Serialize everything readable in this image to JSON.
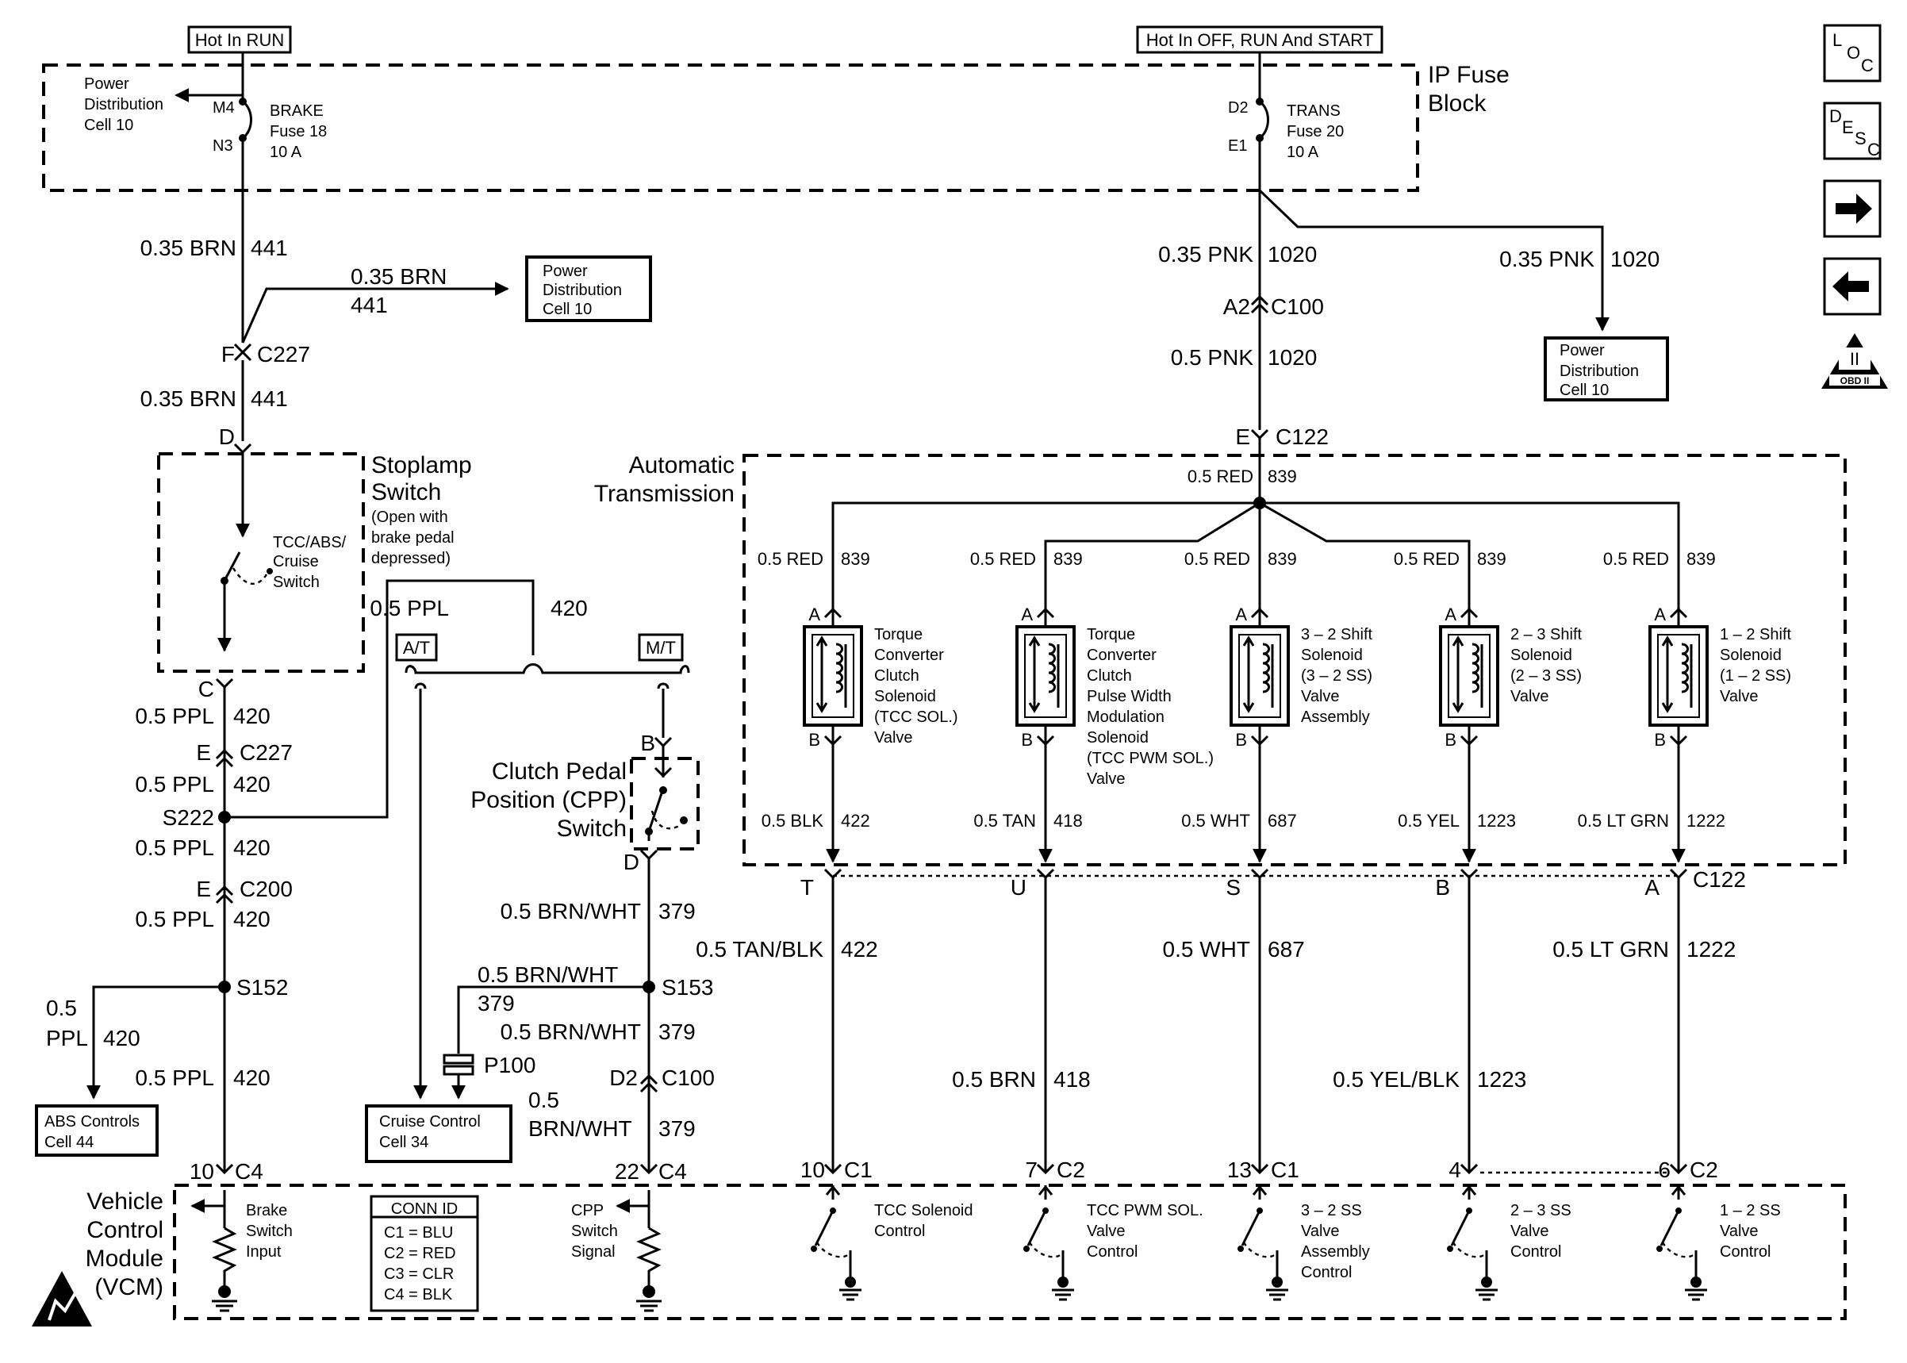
{
  "supplies": {
    "hot_run": "Hot In RUN",
    "hot_all": "Hot In OFF, RUN And START"
  },
  "ip_fuse_block": {
    "label_1": "IP Fuse",
    "label_2": "Block",
    "pwr_dist_1": "Power",
    "pwr_dist_2": "Distribution",
    "pwr_dist_3": "Cell 10",
    "brake_fuse": {
      "pin_in": "M4",
      "pin_out": "N3",
      "name": "BRAKE",
      "fuse": "Fuse 18",
      "rating": "10 A"
    },
    "trans_fuse": {
      "pin_in": "D2",
      "pin_out": "E1",
      "name": "TRANS",
      "fuse": "Fuse 20",
      "rating": "10 A"
    }
  },
  "brake_circuit": {
    "wire_a": {
      "gauge": "0.35 BRN",
      "circuit": "441"
    },
    "branch": {
      "gauge": "0.35 BRN",
      "circuit": "441"
    },
    "pd_box": [
      "Power",
      "Distribution",
      "Cell 10"
    ],
    "c227_top": {
      "pin": "F",
      "conn": "C227"
    },
    "wire_b": {
      "gauge": "0.35 BRN",
      "circuit": "441"
    },
    "switch_pin_d": "D",
    "stoplamp": {
      "l1": "Stoplamp",
      "l2": "Switch",
      "l3": "(Open with",
      "l4": "brake pedal",
      "l5": "depressed)"
    },
    "tcc_switch": [
      "TCC/ABS/",
      "Cruise",
      "Switch"
    ],
    "switch_pin_c": "C",
    "wire_c": {
      "gauge": "0.5 PPL",
      "circuit": "420"
    },
    "c227_bot": {
      "pin": "E",
      "conn": "C227"
    },
    "wire_d": {
      "gauge": "0.5 PPL",
      "circuit": "420"
    },
    "s222": "S222",
    "wire_e": {
      "gauge": "0.5 PPL",
      "circuit": "420"
    },
    "c200": {
      "pin": "E",
      "conn": "C200"
    },
    "wire_f": {
      "gauge": "0.5 PPL",
      "circuit": "420"
    },
    "s152": "S152",
    "abs_wire": {
      "g1": "0.5",
      "g2": "PPL",
      "circuit": "420"
    },
    "abs_box": [
      "ABS Controls",
      "Cell 44"
    ],
    "wire_g": {
      "gauge": "0.5 PPL",
      "circuit": "420"
    },
    "vcm_pin": {
      "pin": "10",
      "conn": "C4"
    }
  },
  "options": {
    "jumper": {
      "gauge": "0.5 PPL",
      "circuit": "420"
    },
    "at": "A/T",
    "mt": "M/T"
  },
  "cpp_circuit": {
    "pin_b": "B",
    "label": [
      "Clutch Pedal",
      "Position (CPP)",
      "Switch"
    ],
    "pin_d": "D",
    "wire_a": {
      "gauge": "0.5 BRN/WHT",
      "circuit": "379"
    },
    "branch": {
      "gauge": "0.5 BRN/WHT",
      "circuit": "379"
    },
    "s153": "S153",
    "wire_b": {
      "gauge": "0.5 BRN/WHT",
      "circuit": "379"
    },
    "p100": "P100",
    "cruise_box": [
      "Cruise Control",
      "Cell 34"
    ],
    "c100": {
      "pin": "D2",
      "conn": "C100"
    },
    "wire_c": {
      "g1": "0.5",
      "g2": "BRN/WHT",
      "circuit": "379"
    },
    "vcm_pin": {
      "pin": "22",
      "conn": "C4"
    }
  },
  "trans_feed": {
    "wire_a": {
      "gauge": "0.35 PNK",
      "circuit": "1020"
    },
    "branch": {
      "gauge": "0.35 PNK",
      "circuit": "1020"
    },
    "pd_box": [
      "Power",
      "Distribution",
      "Cell 10"
    ],
    "c100": {
      "pin": "A2",
      "conn": "C100"
    },
    "wire_b": {
      "gauge": "0.5 PNK",
      "circuit": "1020"
    },
    "c122": {
      "pin": "E",
      "conn": "C122"
    }
  },
  "transmission": {
    "label_1": "Automatic",
    "label_2": "Transmission",
    "feed": {
      "gauge": "0.5 RED",
      "circuit": "839"
    },
    "solenoids": [
      {
        "feed": "0.5 RED",
        "circuit_in": "839",
        "pin_a": "A",
        "pin_b": "B",
        "lines": [
          "Torque",
          "Converter",
          "Clutch",
          "Solenoid",
          "(TCC  SOL.)",
          "Valve"
        ],
        "out": "0.5 BLK",
        "circuit_out": "422",
        "c122_pin": "T"
      },
      {
        "feed": "0.5 RED",
        "circuit_in": "839",
        "pin_a": "A",
        "pin_b": "B",
        "lines": [
          "Torque",
          "Converter",
          "Clutch",
          "Pulse Width",
          "Modulation",
          "Solenoid",
          "(TCC PWM SOL.)",
          "Valve"
        ],
        "out": "0.5 TAN",
        "circuit_out": "418",
        "c122_pin": "U"
      },
      {
        "feed": "0.5 RED",
        "circuit_in": "839",
        "pin_a": "A",
        "pin_b": "B",
        "lines": [
          "3 – 2 Shift",
          "Solenoid",
          "(3 – 2 SS)",
          "Valve",
          "Assembly"
        ],
        "out": "0.5 WHT",
        "circuit_out": "687",
        "c122_pin": "S"
      },
      {
        "feed": "0.5 RED",
        "circuit_in": "839",
        "pin_a": "A",
        "pin_b": "B",
        "lines": [
          "2 – 3 Shift",
          "Solenoid",
          "(2 – 3 SS)",
          "Valve"
        ],
        "out": "0.5 YEL",
        "circuit_out": "1223",
        "c122_pin": "B"
      },
      {
        "feed": "0.5 RED",
        "circuit_in": "839",
        "pin_a": "A",
        "pin_b": "B",
        "lines": [
          "1 – 2 Shift",
          "Solenoid",
          "(1 – 2 SS)",
          "Valve"
        ],
        "out": "0.5 LT GRN",
        "circuit_out": "1222",
        "c122_pin": "A"
      }
    ],
    "c122_bottom": "C122"
  },
  "outputs": [
    {
      "gauge": "0.5 TAN/BLK",
      "circuit": "422",
      "gauge_lower": "",
      "circuit_lower": "",
      "pin": "10",
      "conn": "C1",
      "driver": [
        "TCC Solenoid",
        "Control"
      ]
    },
    {
      "gauge": "",
      "circuit": "",
      "gauge_lower": "0.5 BRN",
      "circuit_lower": "418",
      "pin": "7",
      "conn": "C2",
      "driver": [
        "TCC PWM SOL.",
        "Valve",
        "Control"
      ]
    },
    {
      "gauge": "0.5 WHT",
      "circuit": "687",
      "gauge_lower": "",
      "circuit_lower": "",
      "pin": "13",
      "conn": "C1",
      "driver": [
        "3 – 2 SS",
        "Valve",
        "Assembly",
        "Control"
      ]
    },
    {
      "gauge": "",
      "circuit": "",
      "gauge_lower": "0.5 YEL/BLK",
      "circuit_lower": "1223",
      "pin": "4",
      "conn": "",
      "driver": [
        "2 – 3 SS",
        "Valve",
        "Control"
      ]
    },
    {
      "gauge": "0.5 LT GRN",
      "circuit": "1222",
      "gauge_lower": "",
      "circuit_lower": "",
      "pin": "6",
      "conn": "C2",
      "driver": [
        "1 – 2 SS",
        "Valve",
        "Control"
      ]
    }
  ],
  "vcm": {
    "label": [
      "Vehicle",
      "Control",
      "Module",
      "(VCM)"
    ],
    "brake_input": [
      "Brake",
      "Switch",
      "Input"
    ],
    "cpp_input": [
      "CPP",
      "Switch",
      "Signal"
    ],
    "conn_id": {
      "title": "CONN ID",
      "rows": [
        "C1 = BLU",
        "C2 = RED",
        "C3 = CLR",
        "C4 = BLK"
      ]
    }
  },
  "nav": {
    "loc": {
      "a": "L",
      "b": "O",
      "c": "C"
    },
    "desc": {
      "a": "D",
      "b": "E",
      "c": "S",
      "d": "C"
    },
    "obd": {
      "roman": "II",
      "label": "OBD II"
    },
    "next_icon": "right-arrow-icon",
    "prev_icon": "left-arrow-icon",
    "esd_icon": "esd-warning-icon"
  }
}
